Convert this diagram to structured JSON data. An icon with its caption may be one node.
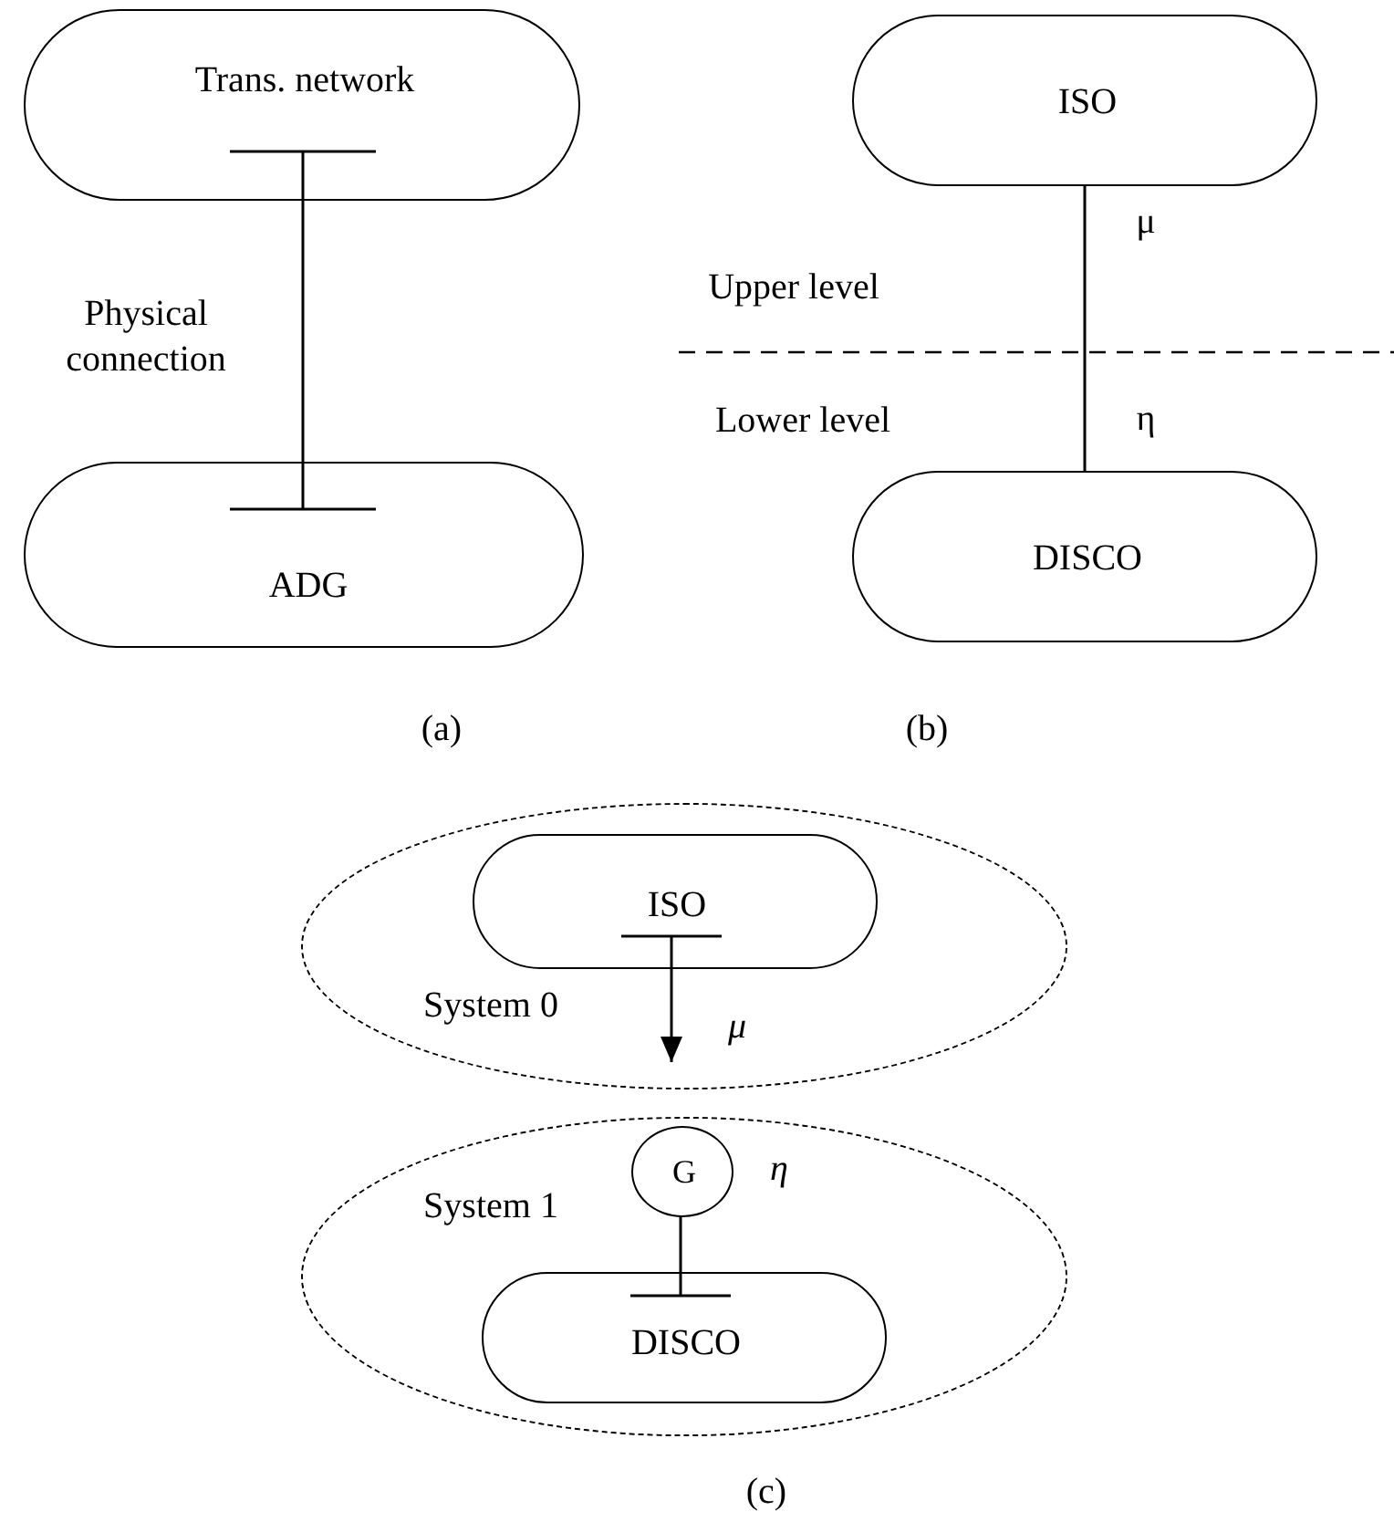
{
  "diagram": {
    "nodes": [
      {
        "text": [
          "Trans. network"
        ]
      },
      {
        "text": [
          "ADG"
        ]
      },
      {
        "text": [
          "ISO"
        ]
      },
      {
        "text": [
          "DISCO"
        ]
      },
      {
        "text": [
          "System 0"
        ]
      },
      {
        "text": [
          "ISO"
        ],
        "in": 4
      },
      {
        "text": [
          "System 1"
        ]
      },
      {
        "text": [
          "G"
        ],
        "in": 6
      },
      {
        "text": [
          "DISCO"
        ],
        "in": 6
      }
    ],
    "edges": [
      {
        "from": 0,
        "to": 1,
        "arrow": "other"
      },
      {
        "from": 2,
        "to": 3,
        "arrow": "none"
      },
      {
        "from": 5,
        "to": null,
        "arrow": "to"
      },
      {
        "from": 8,
        "to": 7,
        "arrow": "other"
      }
    ],
    "labels": [
      "Physical connection",
      "μ",
      "Upper level",
      "Lower level",
      "η",
      "(a)",
      "(b)",
      "μ",
      "η",
      "(c)"
    ]
  }
}
